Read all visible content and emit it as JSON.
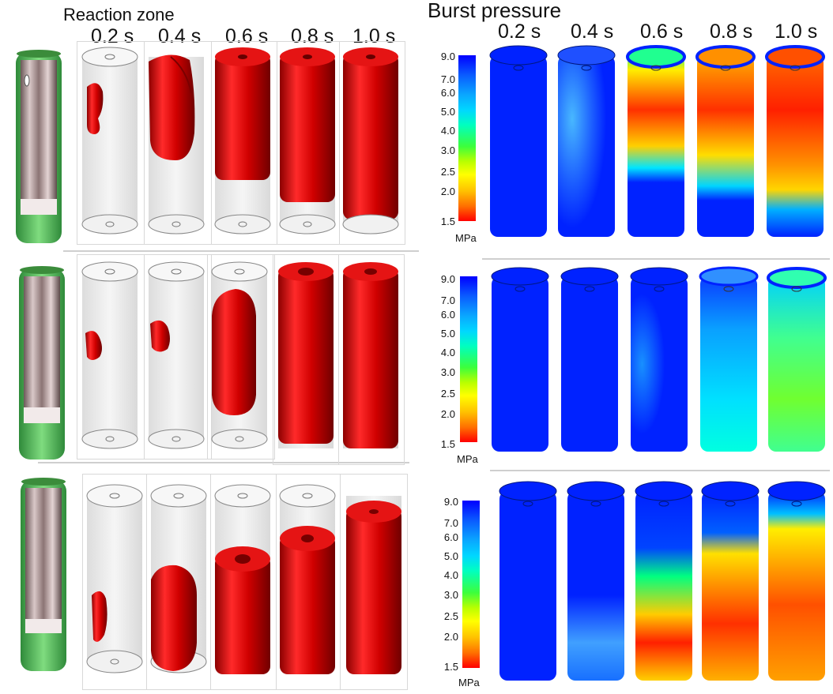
{
  "left_panel": {
    "title": "Reaction zone",
    "time_labels": [
      "0.2 s",
      "0.4 s",
      "0.6 s",
      "0.8 s",
      "1.0 s"
    ]
  },
  "right_panel": {
    "title": "Burst pressure",
    "time_labels": [
      "0.2 s",
      "0.4 s",
      "0.6 s",
      "0.8 s",
      "1.0 s"
    ]
  },
  "colorbar": {
    "ticks": [
      "9.0",
      "7.0",
      "6.0",
      "5.0",
      "4.0",
      "3.0",
      "2.5",
      "2.0",
      "1.5"
    ],
    "unit": "MPa"
  },
  "colors": {
    "reaction": "#e01010",
    "cell_shell": "#5cbf5c",
    "high_pressure": "#0000ff",
    "low_pressure": "#ff0000"
  }
}
